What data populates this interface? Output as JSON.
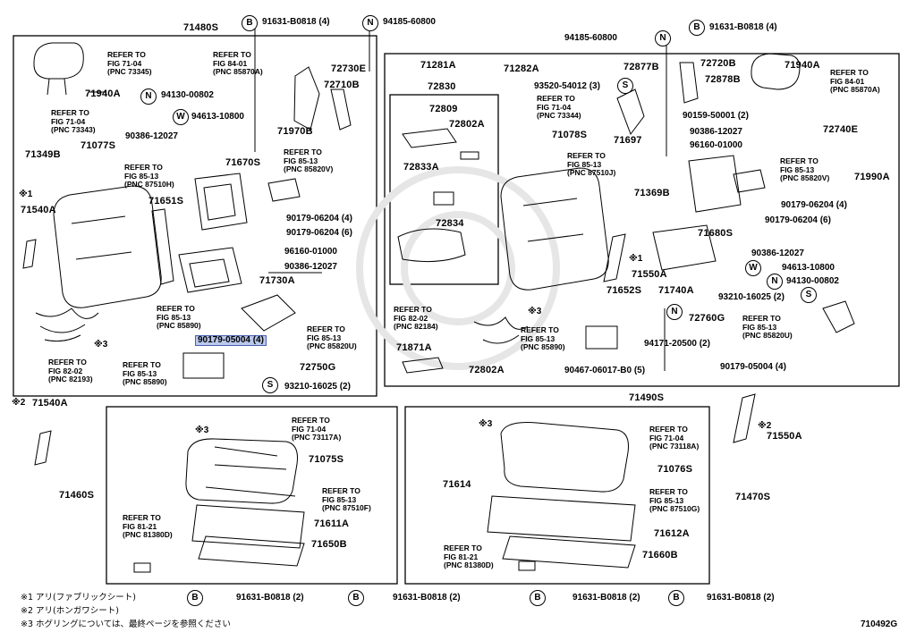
{
  "diagram_code": "710492G",
  "highlighted_part": "90179-05004 (4)",
  "top_labels": {
    "l71480s": "71480S",
    "b_top1": "91631-B0818 (4)",
    "n_top1": "94185-60800",
    "n_top2": "94185-60800",
    "b_top2": "91631-B0818 (4)"
  },
  "left_panel": {
    "p71940a": "71940A",
    "p72730e": "72730E",
    "p72710b": "72710B",
    "p94130": "94130-00802",
    "p94613": "94613-10800",
    "p90386a": "90386-12027",
    "p71970b": "71970B",
    "p71349b": "71349B",
    "p71077s": "71077S",
    "p71670s": "71670S",
    "p71540a": "71540A",
    "p71651s": "71651S",
    "p90179a": "90179-06204 (4)",
    "p90179b": "90179-06204 (6)",
    "p96160": "96160-01000",
    "p90386b": "90386-12027",
    "p71730a": "71730A",
    "p72750g": "72750G",
    "p93210": "93210-16025 (2)"
  },
  "left_refs": {
    "r1": "REFER TO\nFIG 71-04\n(PNC 73345)",
    "r2": "REFER TO\nFIG 84-01\n(PNC 85870A)",
    "r3": "REFER TO\nFIG 71-04\n(PNC 73343)",
    "r4": "REFER TO\nFIG 85-13\n(PNC 85820V)",
    "r5": "REFER TO\nFIG 85-13\n(PNC 87510H)",
    "r6": "REFER TO\nFIG 85-13\n(PNC 85890)",
    "r7": "REFER TO\nFIG 85-13\n(PNC 85820U)",
    "r8": "REFER TO\nFIG 82-02\n(PNC 82193)",
    "r9": "REFER TO\nFIG 85-13\n(PNC 85890)"
  },
  "right_panel": {
    "p71281a": "71281A",
    "p71282a": "71282A",
    "p72877b": "72877B",
    "p72720b": "72720B",
    "p71940a": "71940A",
    "p72830": "72830",
    "p93520": "93520-54012 (3)",
    "p72878b": "72878B",
    "p72809": "72809",
    "p72802a": "72802A",
    "p90159": "90159-50001 (2)",
    "p72740e": "72740E",
    "p71078s": "71078S",
    "p90386a": "90386-12027",
    "p71697": "71697",
    "p96160": "96160-01000",
    "p72833a": "72833A",
    "p71990a": "71990A",
    "p71369b": "71369B",
    "p72834": "72834",
    "p90179a": "90179-06204 (4)",
    "p90179b": "90179-06204 (6)",
    "p71680s": "71680S",
    "p90386b": "90386-12027",
    "p94613": "94613-10800",
    "p71550a": "71550A",
    "p94130": "94130-00802",
    "p71652s": "71652S",
    "p71740a": "71740A",
    "p93210": "93210-16025 (2)",
    "p72760g": "72760G",
    "p94171": "94171-20500 (2)",
    "p71871a": "71871A",
    "p72802a2": "72802A",
    "p90467": "90467-06017-B0 (5)",
    "p90179c": "90179-05004 (4)",
    "p71490s": "71490S"
  },
  "right_refs": {
    "r1": "REFER TO\nFIG 71-04\n(PNC 73344)",
    "r2": "REFER TO\nFIG 84-01\n(PNC 85870A)",
    "r3": "REFER TO\nFIG 85-13\n(PNC 87510J)",
    "r4": "REFER TO\nFIG 85-13\n(PNC 85820V)",
    "r5": "REFER TO\nFIG 82-02\n(PNC 82184)",
    "r6": "REFER TO\nFIG 85-13\n(PNC 85890)",
    "r7": "REFER TO\nFIG 85-13\n(PNC 85820U)"
  },
  "bottom_left": {
    "p71540a": "71540A",
    "p71460s": "71460S",
    "p71075s": "71075S",
    "p71611a": "71611A",
    "p71650b": "71650B",
    "r1": "REFER TO\nFIG 71-04\n(PNC 73117A)",
    "r2": "REFER TO\nFIG 85-13\n(PNC 87510F)",
    "r3": "REFER TO\nFIG 81-21\n(PNC 81380D)"
  },
  "bottom_right": {
    "p71614": "71614",
    "p71076s": "71076S",
    "p71470s": "71470S",
    "p71612a": "71612A",
    "p71660b": "71660B",
    "p71550a": "71550A",
    "r1": "REFER TO\nFIG 71-04\n(PNC 73118A)",
    "r2": "REFER TO\nFIG 85-13\n(PNC 87510G)",
    "r3": "REFER TO\nFIG 81-21\n(PNC 81380D)"
  },
  "bottom_bolts": {
    "b1": "91631-B0818 (2)",
    "b2": "91631-B0818 (2)",
    "b3": "91631-B0818 (2)",
    "b4": "91631-B0818 (2)"
  },
  "symbols": {
    "star1": "※1",
    "star2": "※2",
    "star3": "※3",
    "B": "B",
    "N": "N",
    "W": "W",
    "S": "S"
  },
  "footnotes": {
    "f1": "※1 アリ(ファブリックシート)",
    "f2": "※2 アリ(ホンガワシート)",
    "f3": "※3 ホグリングについては、最終ページを参照ください"
  }
}
